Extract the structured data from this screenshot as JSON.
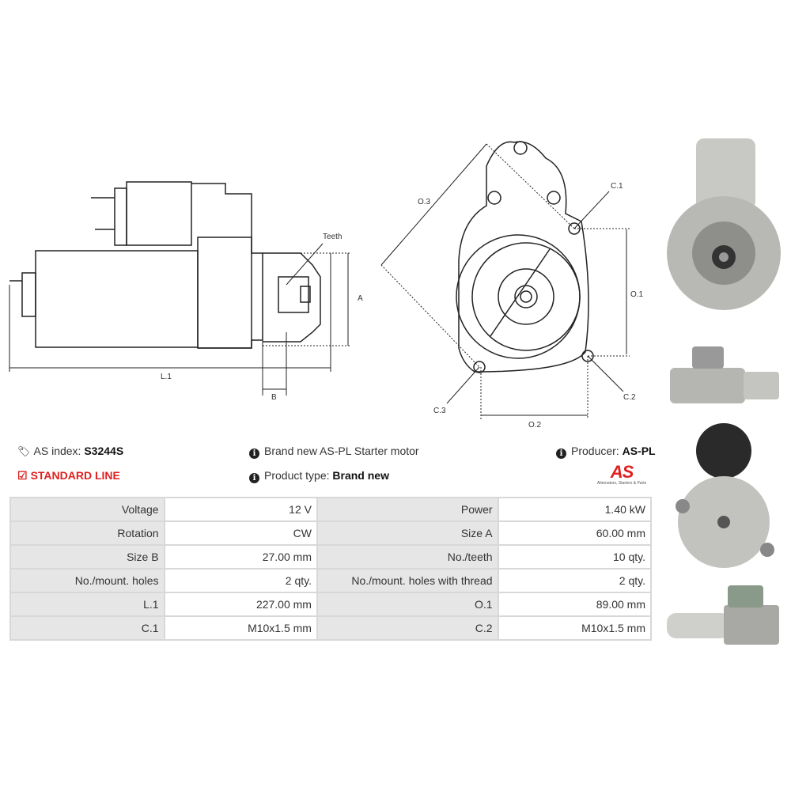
{
  "diagram": {
    "side_labels": {
      "teeth": "Teeth",
      "a": "A",
      "b": "B",
      "l1": "L.1"
    },
    "front_labels": {
      "o3": "O.3",
      "c1": "C.1",
      "o1": "O.1",
      "c2": "C.2",
      "c3": "C.3",
      "o2": "O.2"
    }
  },
  "info": {
    "as_index_label": "AS index:",
    "as_index_value": "S3244S",
    "line": "STANDARD LINE",
    "description": "Brand new AS-PL Starter motor",
    "product_type_label": "Product type:",
    "product_type_value": "Brand new",
    "producer_label": "Producer:",
    "producer_value": "AS-PL",
    "logo_text": "AS",
    "logo_tagline": "Alternators, Starters & Parts"
  },
  "specs": [
    {
      "k1": "Voltage",
      "v1": "12 V",
      "k2": "Power",
      "v2": "1.40 kW"
    },
    {
      "k1": "Rotation",
      "v1": "CW",
      "k2": "Size A",
      "v2": "60.00 mm"
    },
    {
      "k1": "Size B",
      "v1": "27.00 mm",
      "k2": "No./teeth",
      "v2": "10 qty."
    },
    {
      "k1": "No./mount. holes",
      "v1": "2 qty.",
      "k2": "No./mount. holes with thread",
      "v2": "2 qty."
    },
    {
      "k1": "L.1",
      "v1": "227.00 mm",
      "k2": "O.1",
      "v2": "89.00 mm"
    },
    {
      "k1": "C.1",
      "v1": "M10x1.5 mm",
      "k2": "C.2",
      "v2": "M10x1.5 mm"
    }
  ],
  "colors": {
    "accent": "#e02020",
    "key_bg": "#e6e6e6",
    "border": "#d8d8d8"
  }
}
